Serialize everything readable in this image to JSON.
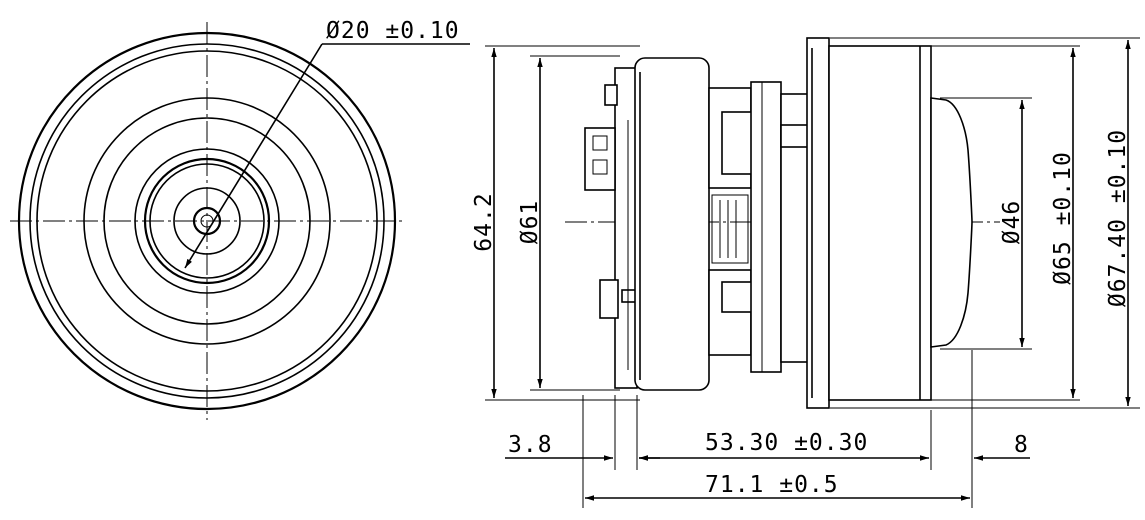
{
  "front_view": {
    "shaft_diameter": "Ø20 ±0.10"
  },
  "side_view": {
    "height": "64.2",
    "diameter_61": "Ø61",
    "diameter_46": "Ø46",
    "diameter_65": "Ø65 ±0.10",
    "diameter_67_4": "Ø67.40 ±0.10",
    "len_3_8": "3.8",
    "len_53_3": "53.30 ±0.30",
    "len_8": "8",
    "len_71_1": "71.1 ±0.5"
  }
}
